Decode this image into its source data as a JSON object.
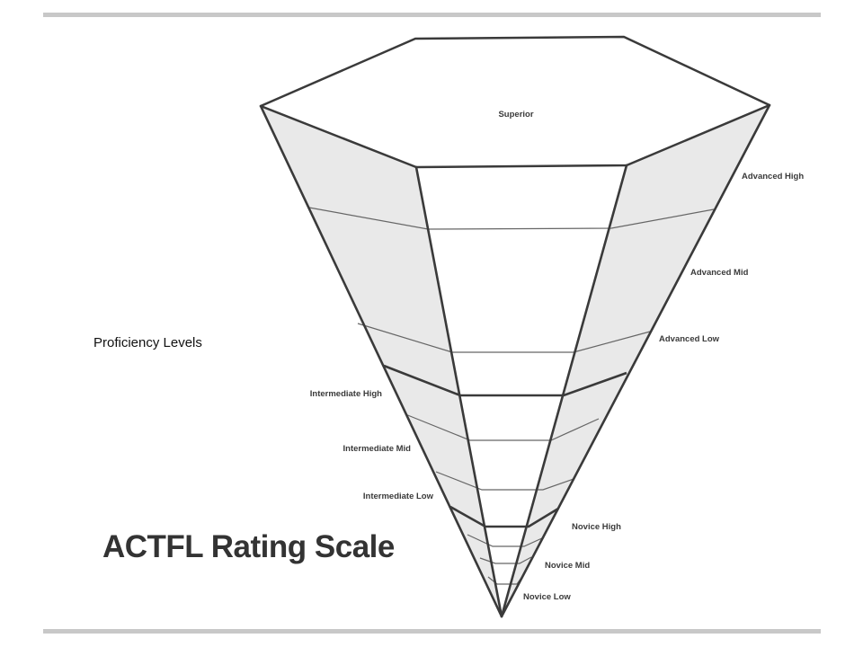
{
  "diagram": {
    "title": "ACTFL Rating Scale",
    "side_label": "Proficiency Levels",
    "levels": {
      "superior": "Superior",
      "advanced_high": "Advanced High",
      "advanced_mid": "Advanced  Mid",
      "advanced_low": "Advanced Low",
      "intermediate_high": "Intermediate High",
      "intermediate_mid": "Intermediate Mid",
      "intermediate_low": "Intermediate Low",
      "novice_high": "Novice High",
      "novice_mid": "Novice Mid",
      "novice_low": "Novice Low"
    }
  },
  "colors": {
    "side_fill": "#e9e9e9",
    "line": "#3a3a3a",
    "rule": "#c8c8c8"
  }
}
